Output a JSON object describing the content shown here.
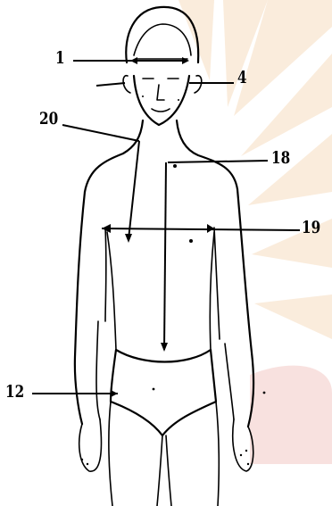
{
  "labels": {
    "l1": "1",
    "l4": "4",
    "l20": "20",
    "l18": "18",
    "l19": "19",
    "l12": "12"
  }
}
